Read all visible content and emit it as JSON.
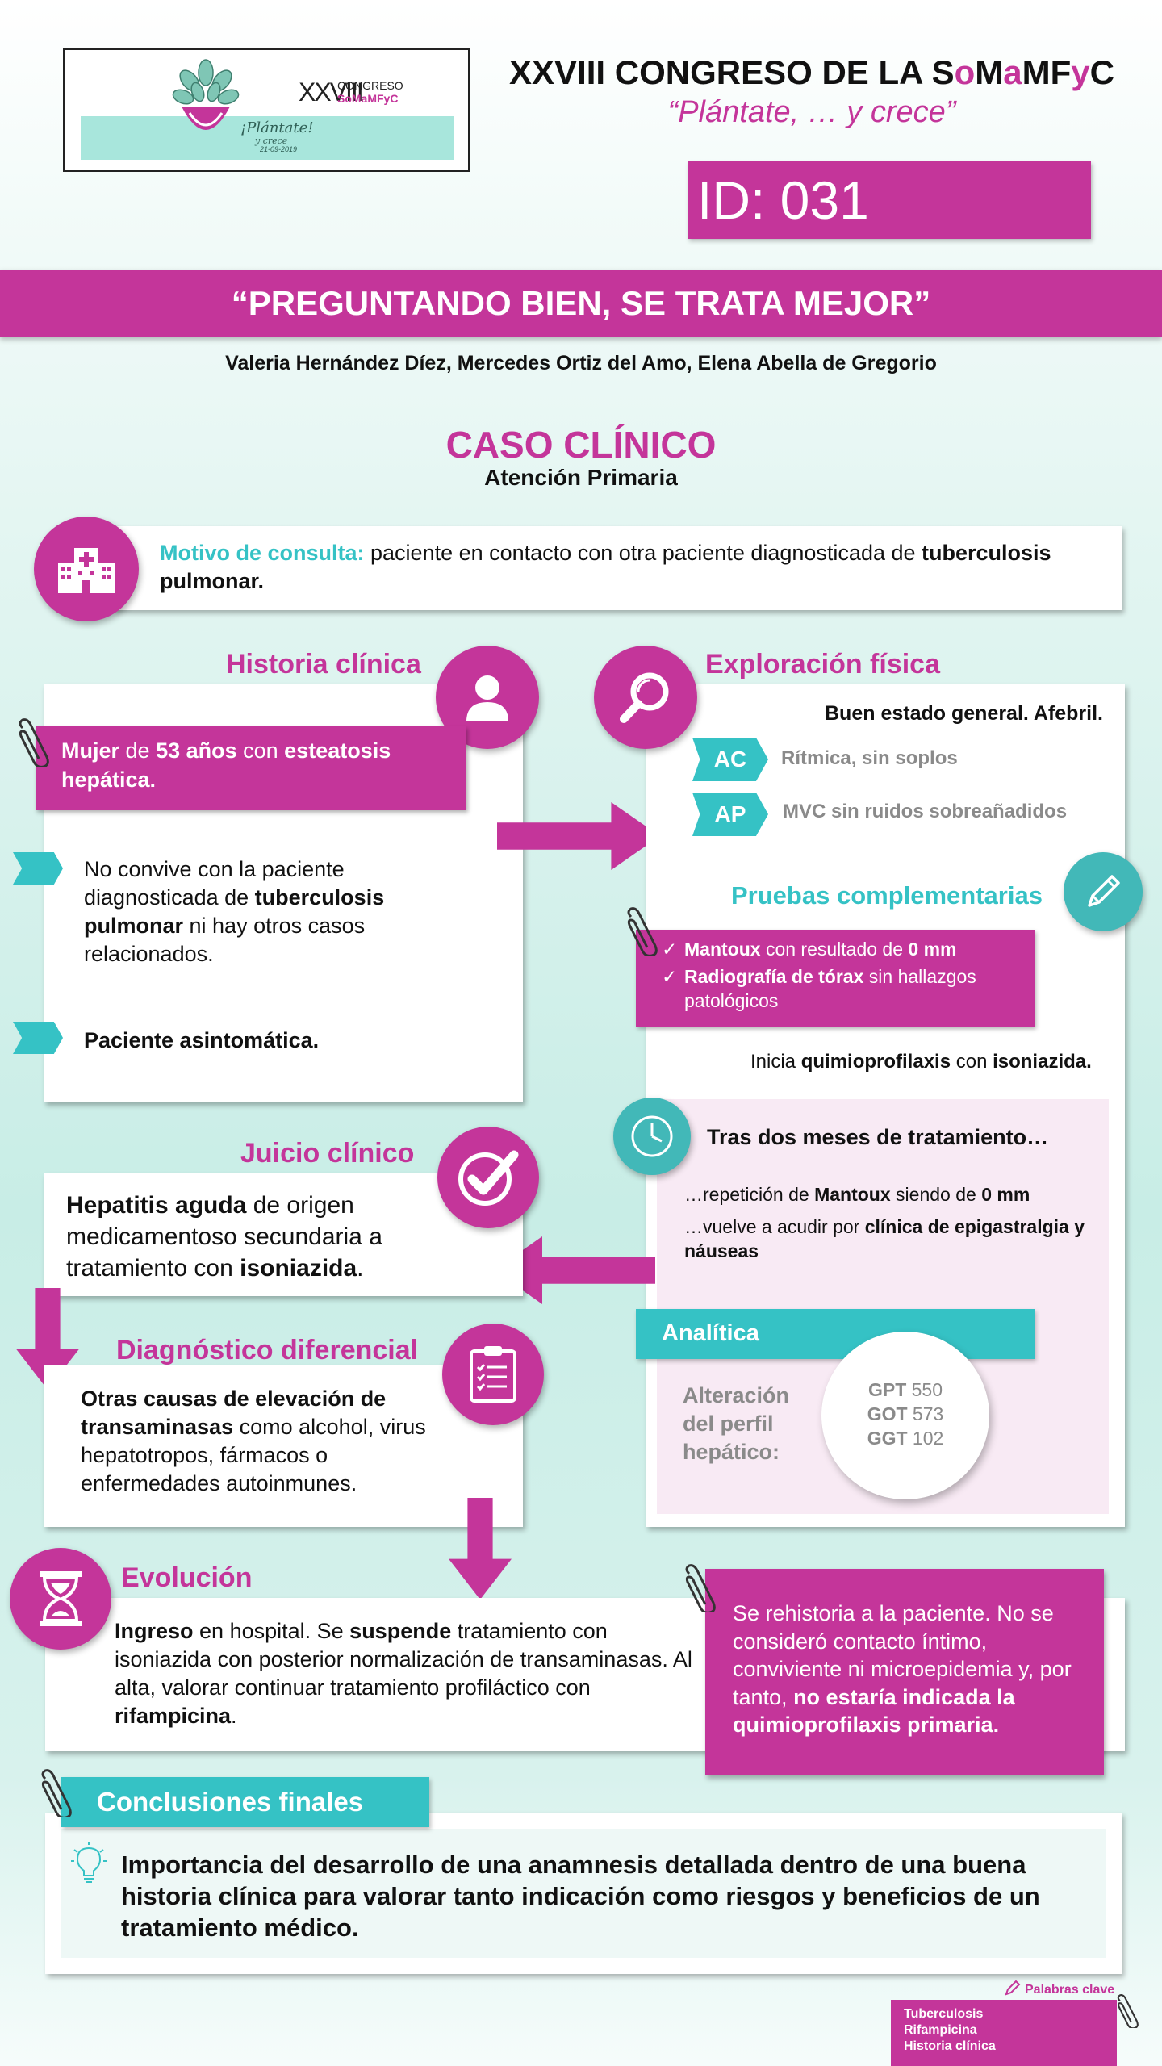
{
  "header": {
    "logo": {
      "roman": "XXVIII",
      "congreso": "CONGRESO",
      "brand": "SoMaMFyC",
      "slogan": "¡Plántate!",
      "slogan2": "y crece",
      "date": "21-09-2019"
    },
    "title_prefix": "XXVIII CONGRESO DE LA ",
    "title_brand": [
      "S",
      "o",
      "M",
      "a",
      "MF",
      "y",
      "C"
    ],
    "subtitle": "“Plántate, … y crece”",
    "id_label": "ID: 031"
  },
  "banner": {
    "title": "“PREGUNTANDO BIEN, SE TRATA MEJOR”",
    "authors": "Valeria Hernández Díez, Mercedes Ortiz del Amo, Elena Abella de Gregorio"
  },
  "case": {
    "title": "CASO CLÍNICO",
    "subtitle": "Atención Primaria"
  },
  "motivo": {
    "label": "Motivo de consulta:",
    "text": " paciente en contacto con otra paciente diagnosticada de ",
    "bold": "tuberculosis pulmonar."
  },
  "historia": {
    "title": "Historia clínica",
    "box": [
      "Mujer",
      " de ",
      "53 años",
      " con ",
      "esteatosis hepática."
    ],
    "item1": [
      "No convive con la paciente diagnosticada de ",
      "tuberculosis pulmonar",
      " ni hay otros casos relacionados."
    ],
    "item2": "Paciente asintomática."
  },
  "exploracion": {
    "title": "Exploración física",
    "general": "Buen estado general. Afebril.",
    "ac_tag": "AC",
    "ac_text": "Rítmica, sin soplos",
    "ap_tag": "AP",
    "ap_text": "MVC sin ruidos sobreañadidos"
  },
  "pruebas": {
    "title": "Pruebas complementarias",
    "item1": [
      "Mantoux",
      " con resultado de ",
      "0 mm"
    ],
    "item2": [
      "Radiografía de tórax",
      " sin hallazgos patológicos"
    ],
    "check": "✓",
    "inicia": [
      "Inicia ",
      "quimioprofilaxis",
      " con ",
      "isoniazida."
    ]
  },
  "tratamiento": {
    "title": "Tras dos meses de tratamiento…",
    "line1": [
      "…repetición de ",
      "Mantoux",
      " siendo de ",
      "0 mm"
    ],
    "line2": [
      "…vuelve a acudir por ",
      "clínica de epigastralgia y náuseas"
    ]
  },
  "analitica": {
    "title": "Analítica",
    "label": "Alteración del perfil hepático:",
    "values": [
      {
        "name": "GPT",
        "value": "550"
      },
      {
        "name": "GOT",
        "value": "573"
      },
      {
        "name": "GGT",
        "value": "102"
      }
    ]
  },
  "juicio": {
    "title": "Juicio clínico",
    "text": [
      "Hepatitis aguda",
      " de origen medicamentoso secundaria a tratamiento con ",
      "isoniazida",
      "."
    ]
  },
  "diferencial": {
    "title": "Diagnóstico diferencial",
    "text": [
      "Otras causas de elevación de transaminasas",
      " como alcohol, virus hepatotropos, fármacos o enfermedades autoinmunes."
    ]
  },
  "evolucion": {
    "title": "Evolución",
    "text": [
      "Ingreso",
      " en hospital. Se ",
      "suspende",
      " tratamiento con isoniazida con posterior normalización de transaminasas. Al alta, valorar continuar tratamiento profiláctico con ",
      "rifampicina",
      "."
    ],
    "side": [
      "Se rehistoria a la paciente. No se consideró contacto íntimo, conviviente ni microepidemia y, por tanto, ",
      "no estaría indicada la quimioprofilaxis primaria."
    ]
  },
  "conclusiones": {
    "title": "Conclusiones finales",
    "text": "Importancia del desarrollo de una anamnesis detallada dentro de una buena historia clínica para valorar tanto indicación como riesgos y beneficios de un tratamiento médico."
  },
  "keywords": {
    "label": "Palabras clave",
    "items": [
      "Tuberculosis",
      "Rifampicina",
      "Historia clínica"
    ]
  },
  "colors": {
    "magenta": "#c4359a",
    "teal": "#35c2c5",
    "pink_bg": "#f8eaf4"
  }
}
